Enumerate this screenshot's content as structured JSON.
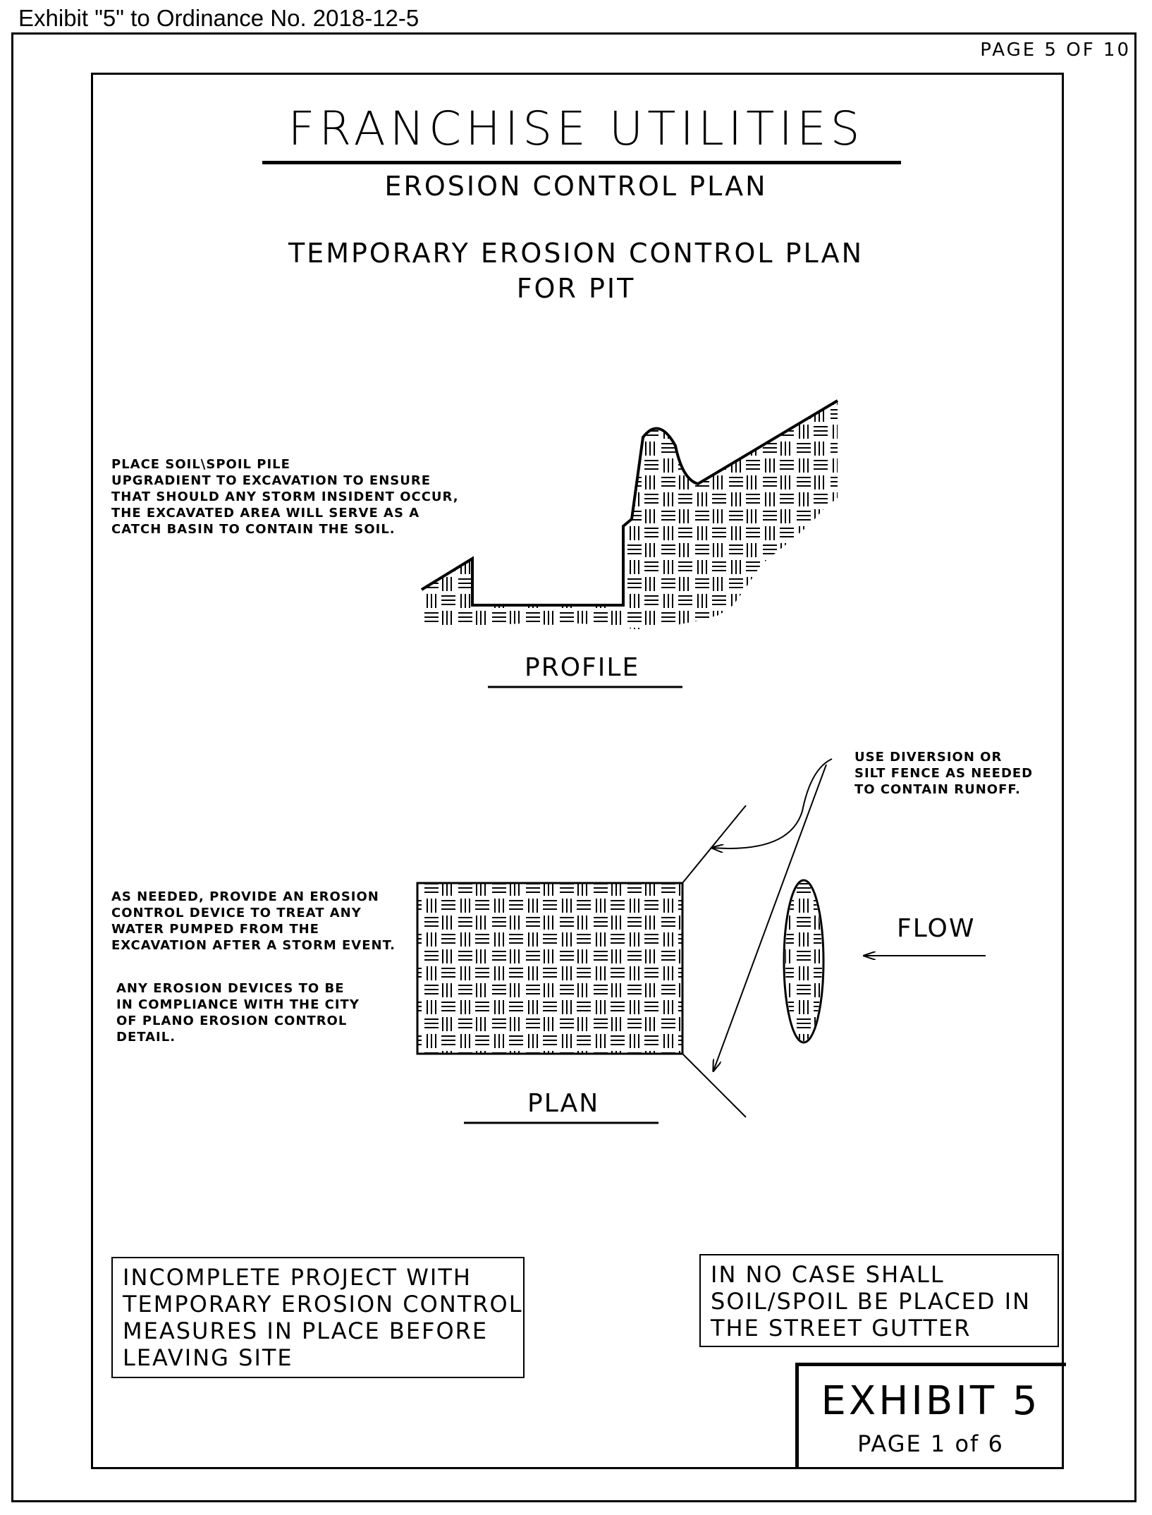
{
  "header": {
    "exhibit_caption": "Exhibit \"5\" to Ordinance No. 2018-12-5",
    "page_of": "PAGE 5 OF 10"
  },
  "titles": {
    "main": "FRANCHISE UTILITIES",
    "subtitle": "EROSION CONTROL PLAN",
    "subtitle2_line1": "TEMPORARY EROSION CONTROL PLAN",
    "subtitle2_line2": "FOR PIT"
  },
  "notes": {
    "soil_pile": [
      "PLACE SOIL\\SPOIL PILE",
      "UPGRADIENT TO EXCAVATION TO ENSURE",
      "THAT SHOULD ANY STORM INSIDENT OCCUR,",
      "THE EXCAVATED AREA WILL SERVE AS A",
      "CATCH BASIN TO CONTAIN THE SOIL."
    ],
    "diversion": [
      "USE DIVERSION OR",
      "SILT FENCE AS NEEDED",
      "TO CONTAIN RUNOFF."
    ],
    "as_needed": [
      "AS NEEDED, PROVIDE AN EROSION",
      "CONTROL DEVICE TO TREAT ANY",
      "WATER PUMPED FROM THE",
      "EXCAVATION AFTER A STORM EVENT."
    ],
    "any_erosion": [
      "ANY EROSION DEVICES TO BE",
      "IN COMPLIANCE WITH THE CITY",
      "OF PLANO EROSION CONTROL",
      "DETAIL."
    ]
  },
  "labels": {
    "profile": "PROFILE",
    "plan": "PLAN",
    "flow": "FLOW"
  },
  "boxes": {
    "incomplete": [
      "INCOMPLETE PROJECT WITH",
      "TEMPORARY EROSION CONTROL",
      "MEASURES IN PLACE BEFORE",
      "LEAVING SITE"
    ],
    "no_case": [
      "IN NO CASE SHALL",
      "SOIL/SPOIL BE PLACED IN",
      "THE STREET GUTTER"
    ]
  },
  "title_block": {
    "exhibit": "EXHIBIT 5",
    "page": "PAGE 1 of 6"
  }
}
